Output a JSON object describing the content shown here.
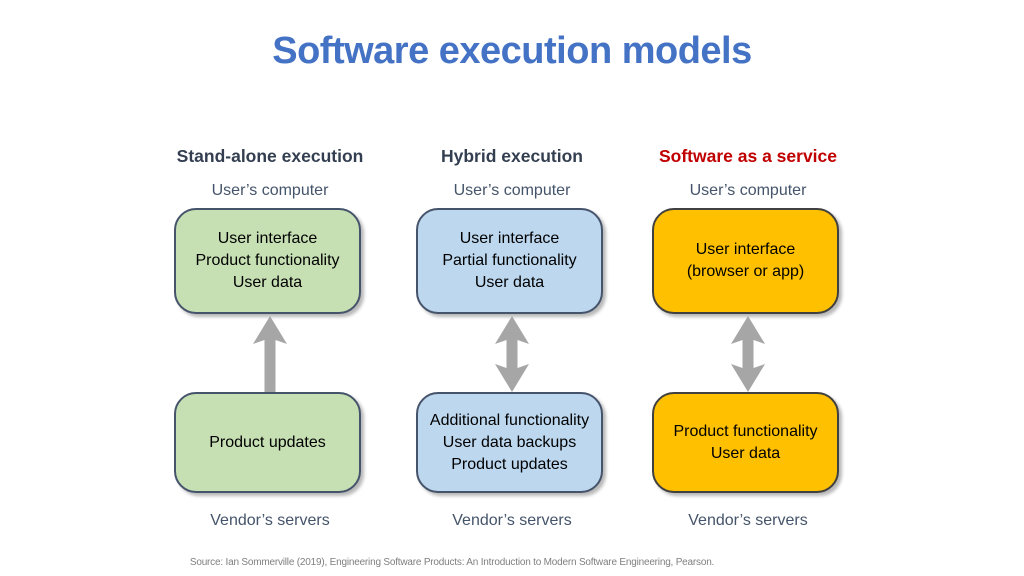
{
  "slide": {
    "title": "Software execution models",
    "title_color": "#4472c4",
    "source": "Source: Ian Sommerville (2019), Engineering Software Products:  An Introduction to Modern Software Engineering, Pearson.",
    "source_color": "#7f7f7f",
    "background_color": "#ffffff",
    "arrow_color": "#a6a6a6",
    "label_color": "#44546a"
  },
  "columns": [
    {
      "header": "Stand-alone execution",
      "header_color": "#333f50",
      "top_label": "User’s computer",
      "top_box": {
        "lines": [
          "User interface",
          "Product functionality",
          "User data"
        ],
        "fill": "#c6e0b4",
        "border": "#46546b"
      },
      "arrow": "up",
      "bottom_box": {
        "lines": [
          "Product updates"
        ],
        "fill": "#c6e0b4",
        "border": "#46546b"
      },
      "bottom_label": "Vendor’s servers"
    },
    {
      "header": "Hybrid execution",
      "header_color": "#333f50",
      "top_label": "User’s computer",
      "top_box": {
        "lines": [
          "User interface",
          "Partial functionality",
          "User data"
        ],
        "fill": "#bdd7ee",
        "border": "#46546b"
      },
      "arrow": "double",
      "bottom_box": {
        "lines": [
          "Additional functionality",
          "User data backups",
          "Product updates"
        ],
        "fill": "#bdd7ee",
        "border": "#46546b"
      },
      "bottom_label": "Vendor’s servers"
    },
    {
      "header": "Software as a service",
      "header_color": "#c00000",
      "top_label": "User’s computer",
      "top_box": {
        "lines": [
          "User interface",
          "(browser or app)"
        ],
        "fill": "#ffc000",
        "border": "#404040"
      },
      "arrow": "double",
      "bottom_box": {
        "lines": [
          "Product functionality",
          "User data"
        ],
        "fill": "#ffc000",
        "border": "#404040"
      },
      "bottom_label": "Vendor’s servers"
    }
  ]
}
